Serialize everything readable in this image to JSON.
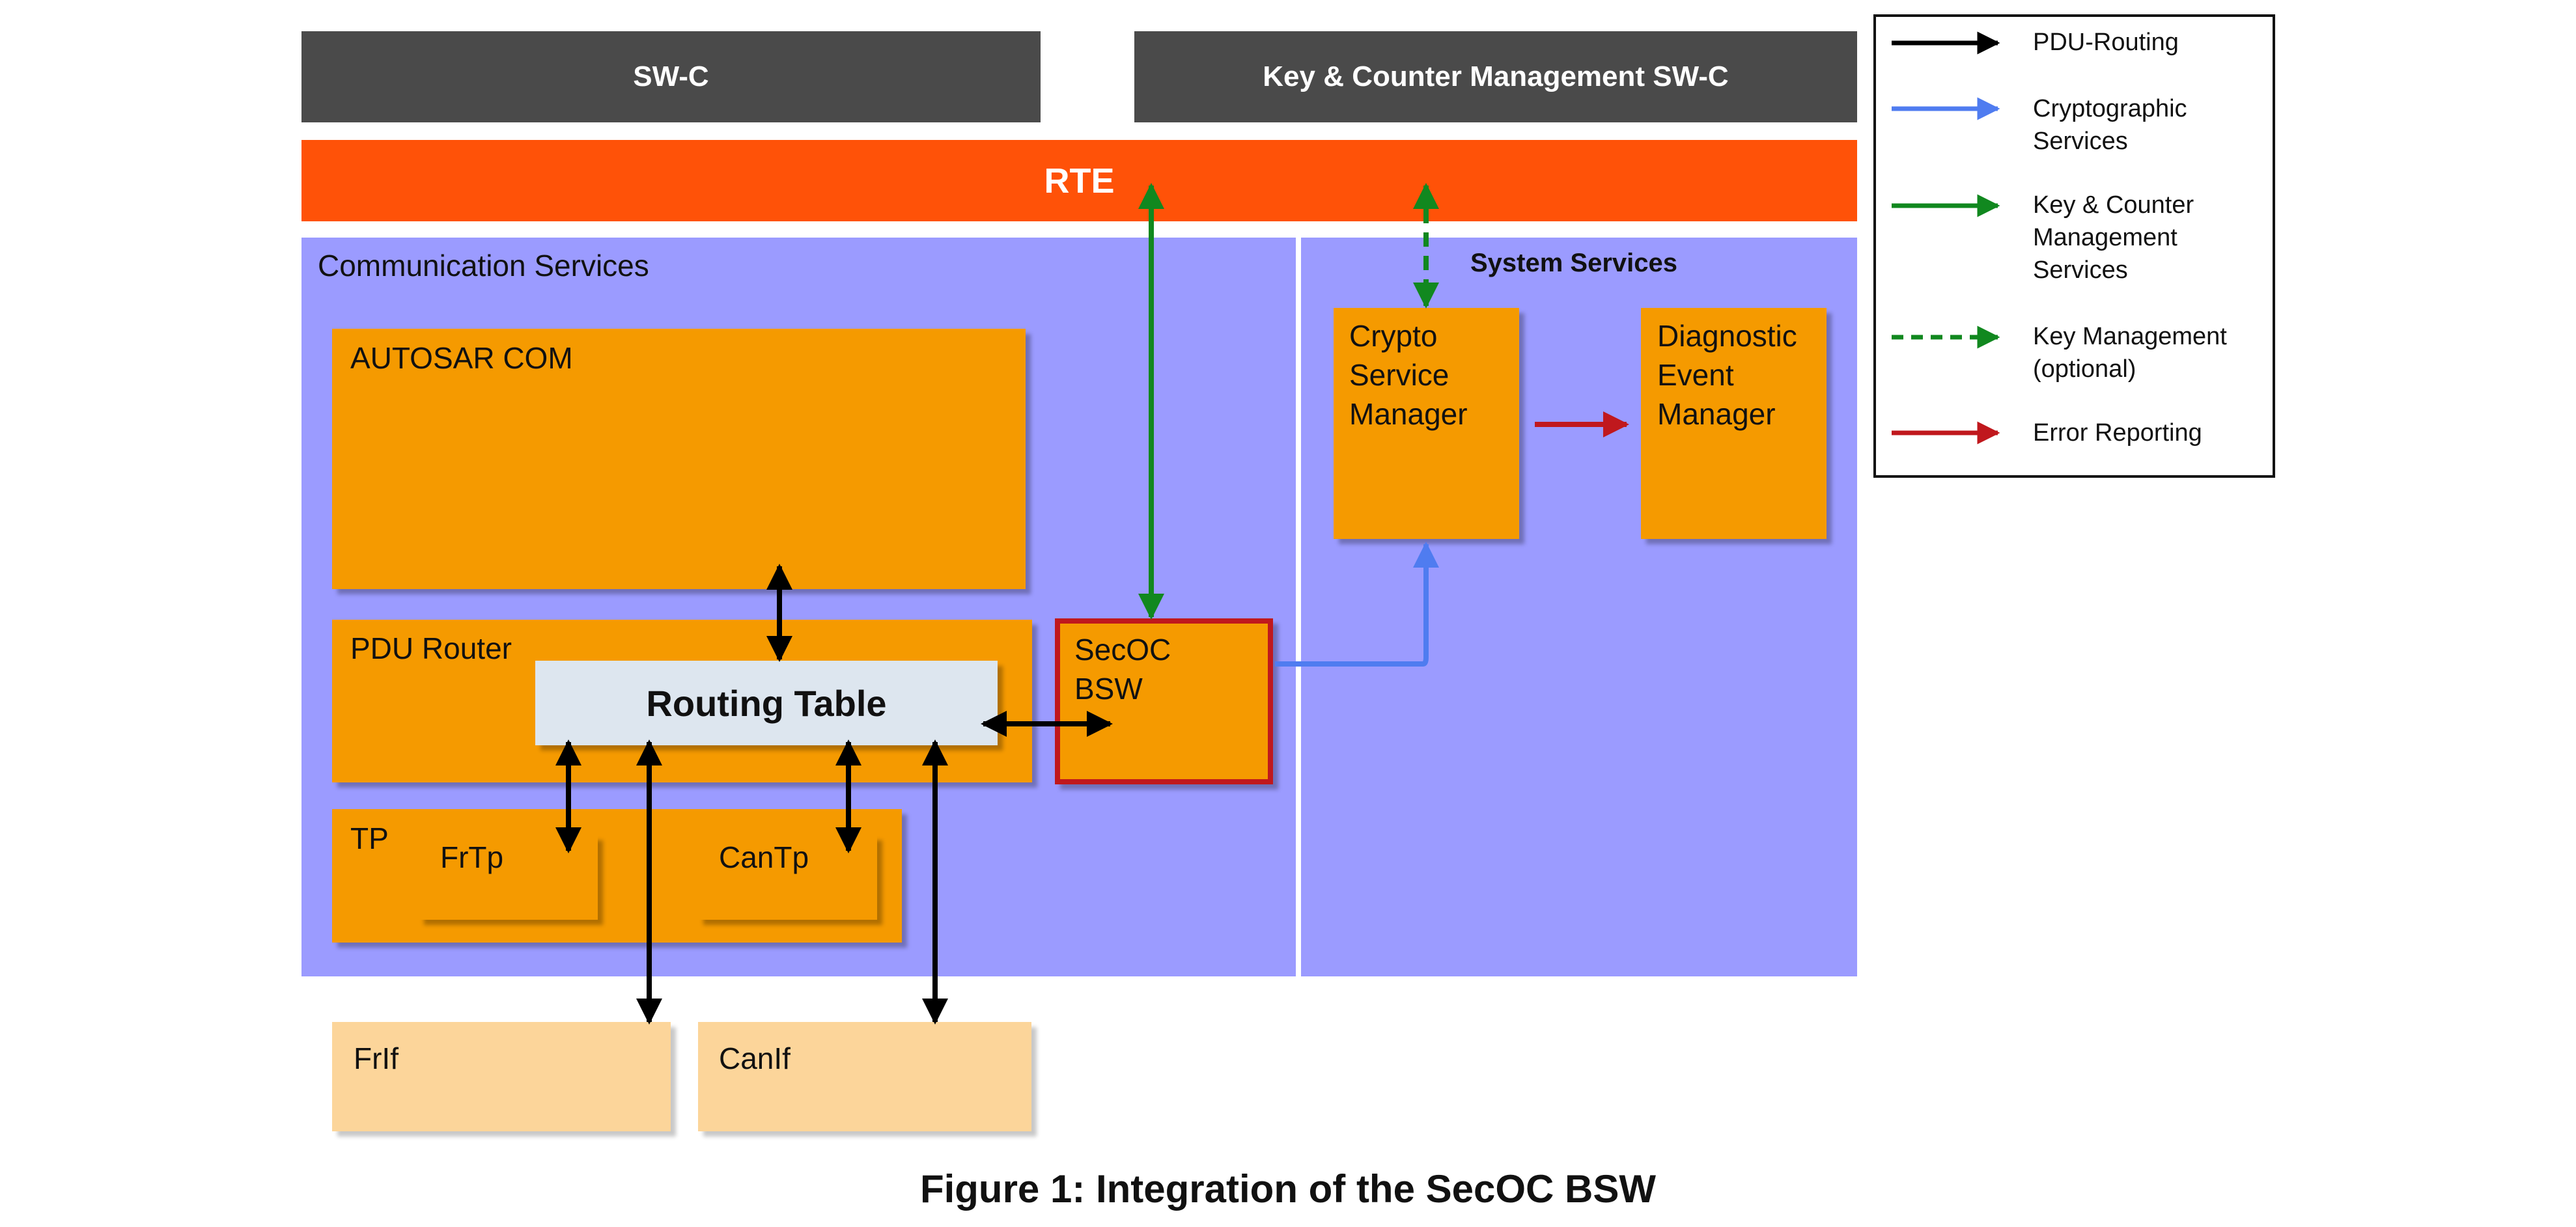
{
  "top_bar": {
    "swc_label": "SW-C",
    "key_counter_label": "Key & Counter Management SW-C"
  },
  "rte_label": "RTE",
  "communication_services": {
    "title": "Communication Services",
    "autosar_com": "AUTOSAR COM",
    "pdu_router": "PDU Router",
    "routing_table": "Routing Table",
    "tp": "TP",
    "frtp": "FrTp",
    "cantp": "CanTp",
    "secoc": "SecOC\nBSW"
  },
  "system_services": {
    "title": "System Services",
    "crypto_service_manager": "Crypto\nService\nManager",
    "diagnostic_event_manager": "Diagnostic\nEvent\nManager"
  },
  "interfaces": {
    "frif": "FrIf",
    "canif": "CanIf"
  },
  "legend": {
    "pdu_routing": "PDU-Routing",
    "crypto_services": "Cryptographic\nServices",
    "key_counter_services": "Key & Counter\nManagement\nServices",
    "key_management_optional": "Key Management\n(optional)",
    "error_reporting": "Error Reporting"
  },
  "colors": {
    "pdu_routing": "#000000",
    "crypto_services": "#4f7cf0",
    "key_counter_services": "#11881f",
    "error_reporting": "#c0181d"
  },
  "caption": "Figure 1: Integration of the SecOC BSW"
}
